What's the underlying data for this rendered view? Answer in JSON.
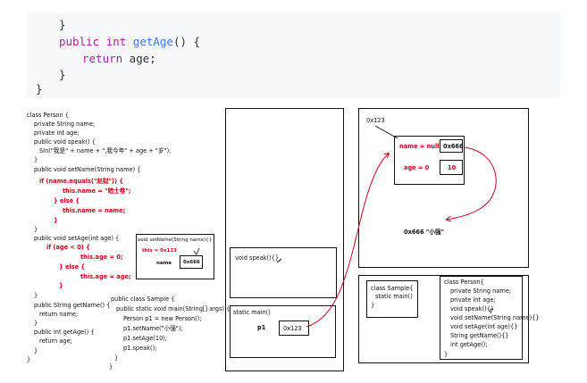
{
  "code_block": {
    "lines": [
      "}",
      "public int getAge() {",
      "return age;",
      "}",
      "}"
    ]
  },
  "person_class": {
    "lines": [
      "class Person {",
      "private String name;",
      "private int age;",
      "public  void speak() {",
      "SIn(\"我是\" + name + \",我今年\" + age + \"岁\");",
      "}",
      "public void setName(String name) {",
      "if (name.equals(\"赵财\")) {",
      "this.name = \"暗士卷\";",
      "} else {",
      "this.name = name;",
      "}",
      "}",
      "public void setAge(int age) {",
      "if (age < 0) {",
      "this.age = 0;",
      "} else {",
      "this.age = age;",
      "}",
      "}",
      "public String getName() {",
      "return name;",
      "}",
      "public int getAge() {",
      "return age;",
      "}",
      "}"
    ]
  },
  "setname_frame": {
    "header": "void setName(String name){}",
    "this_label": "this = 0x123",
    "name_label": "name",
    "name_value": "0x666"
  },
  "sample_class": {
    "lines": [
      "public class Sample {",
      "public static void main(String[] args) {",
      "Person p1 = new Person();",
      "p1.setName(\"小强\");",
      "p1.setAge(10);",
      "p1.speak();",
      "}",
      "}"
    ]
  },
  "stack": {
    "speak_frame": "void speak(){}",
    "main_frame": "static main()",
    "p1_label": "p1",
    "p1_value": "0x123"
  },
  "heap": {
    "address": "0x123",
    "name_field": "name = null",
    "name_value": "0x666",
    "age_field": "age = 0",
    "age_value": "10",
    "string_object": "0x666 \"小强\""
  },
  "method_area": {
    "sample_box": [
      "class Sample{",
      "static main()",
      "}"
    ],
    "person_box": [
      "class Person{",
      "private String name;",
      "private int age;",
      "void speak(){}",
      "void setName(String name){}",
      "void setAge(int age){}",
      "String getName(){}",
      "int getAge();",
      "}"
    ]
  },
  "colors": {
    "accent_red": "#d0021b",
    "code_keyword": "#a626a4",
    "code_function": "#4078f2",
    "code_bg": "#f6f8fa"
  }
}
